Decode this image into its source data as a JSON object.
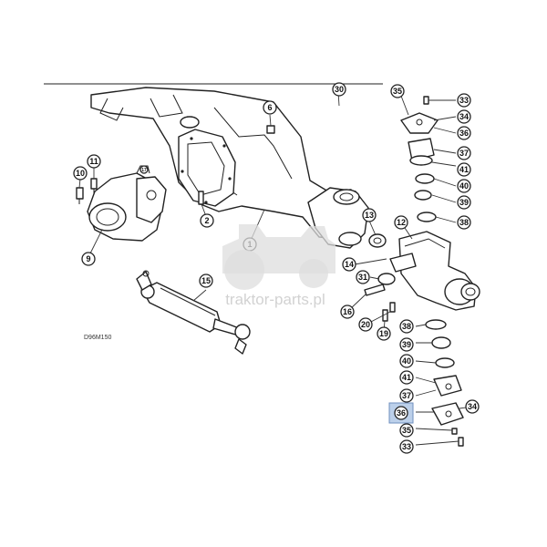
{
  "drawing_code": "D96M150",
  "watermark": {
    "text": "traktor-parts.pl"
  },
  "highlight_color": "#bcd0ea",
  "callouts": [
    "1",
    "2",
    "6",
    "9",
    "10",
    "11",
    "12",
    "13",
    "14",
    "15",
    "16",
    "17",
    "19",
    "20",
    "30",
    "31",
    "33",
    "34",
    "35",
    "36",
    "37",
    "38",
    "39",
    "40",
    "41",
    "33",
    "34",
    "35",
    "36",
    "37",
    "38",
    "39",
    "40",
    "41"
  ],
  "highlighted_callout": "36"
}
